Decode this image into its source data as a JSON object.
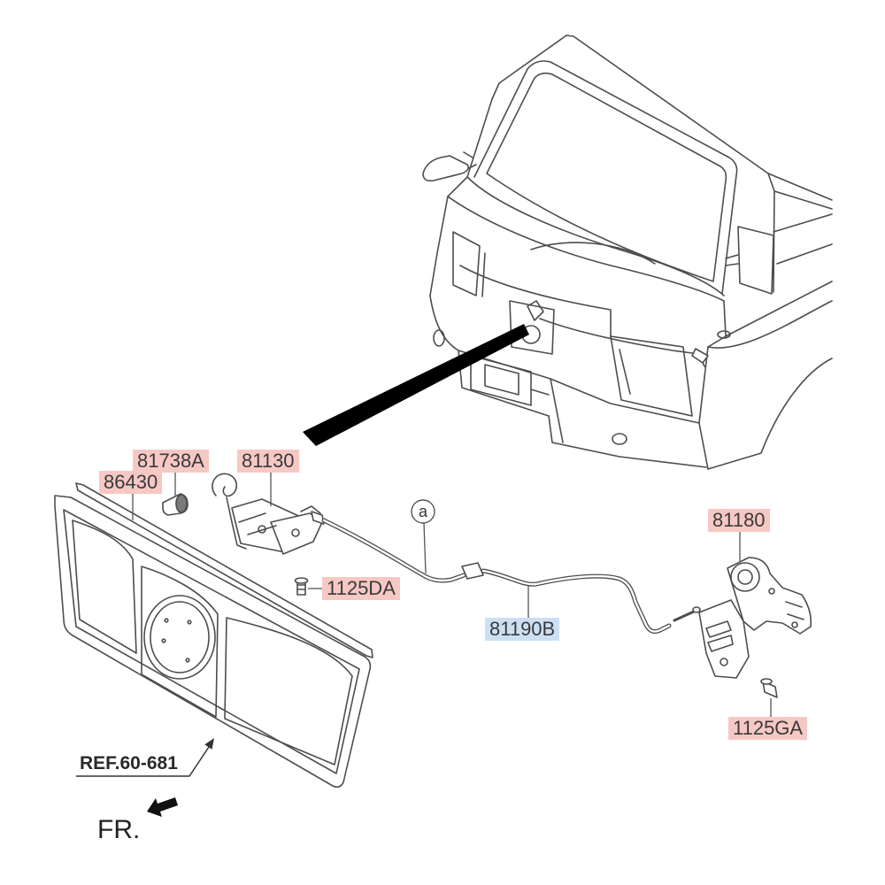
{
  "callouts": [
    {
      "text": "81738A",
      "highlighted": false
    },
    {
      "text": "86430",
      "highlighted": false
    },
    {
      "text": "81130",
      "highlighted": false
    },
    {
      "text": "1125DA",
      "highlighted": false
    },
    {
      "text": "81190B",
      "highlighted": true
    },
    {
      "text": "81180",
      "highlighted": false
    },
    {
      "text": "1125GA",
      "highlighted": false
    }
  ],
  "detail_marker": {
    "text": "a"
  },
  "reference": {
    "text": "REF.60-681",
    "icon": "pointer-arrow-icon"
  },
  "orientation": {
    "text": "FR.",
    "icon": "front-direction-arrow-icon"
  },
  "colors": {
    "callout_bg": "#f6c8c4",
    "callout_highlight_bg": "#cce0f4",
    "callout_text": "#3a3a3a",
    "line_art": "#4d4d4d",
    "background": "#ffffff"
  }
}
